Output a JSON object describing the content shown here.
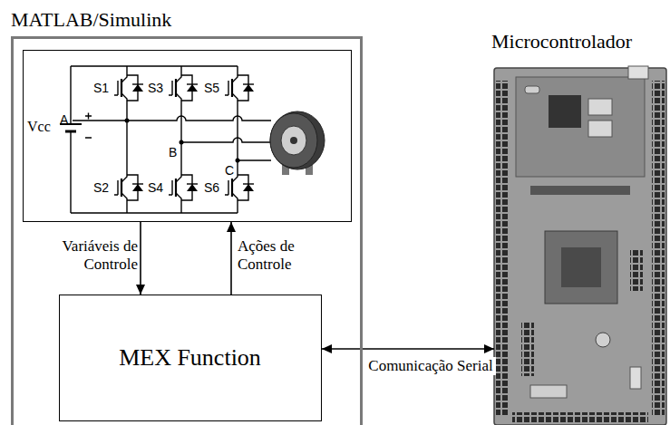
{
  "diagram": {
    "nodes": [
      {
        "text": [
          "MATLAB/Simulink"
        ]
      },
      {
        "text": [
          "S1",
          "S3",
          "S5",
          "A",
          "B",
          "C",
          "S2",
          "S4",
          "S6",
          "Vcc"
        ],
        "in": 0
      },
      {
        "text": [
          "MEX Function"
        ],
        "in": 0
      },
      {
        "text": [
          "Microcontrolador"
        ]
      }
    ],
    "edges": [
      {
        "from": 1,
        "to": 2,
        "arrow": "to",
        "label": "Variáveis de Controle"
      },
      {
        "from": 2,
        "to": 1,
        "arrow": "to",
        "label": "Ações de Controle"
      },
      {
        "from": 2,
        "to": 3,
        "arrow": "both",
        "label": "Comunicação Serial"
      }
    ]
  }
}
